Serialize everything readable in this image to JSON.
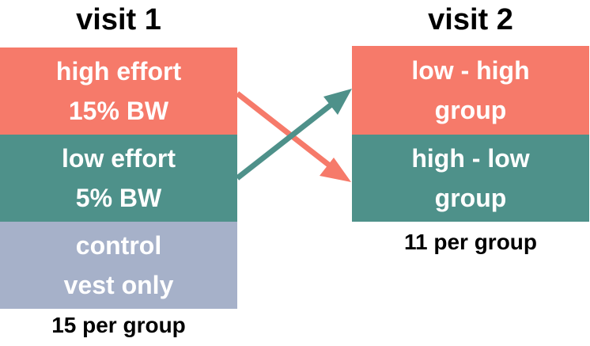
{
  "visit1": {
    "title": "visit 1",
    "boxes": [
      {
        "line1": "high effort",
        "line2": "15% BW",
        "color": "#F67A6A"
      },
      {
        "line1": "low effort",
        "line2": "5% BW",
        "color": "#4E918A"
      },
      {
        "line1": "control",
        "line2": "vest only",
        "color": "#A6B1C9"
      }
    ],
    "count": "15 per group"
  },
  "visit2": {
    "title": "visit 2",
    "boxes": [
      {
        "line1": "low - high",
        "line2": "group",
        "color": "#F67A6A"
      },
      {
        "line1": "high - low",
        "line2": "group",
        "color": "#4E918A"
      }
    ],
    "count": "11 per group"
  },
  "colors": {
    "coral": "#F67A6A",
    "teal": "#4E918A",
    "slate": "#A6B1C9"
  }
}
